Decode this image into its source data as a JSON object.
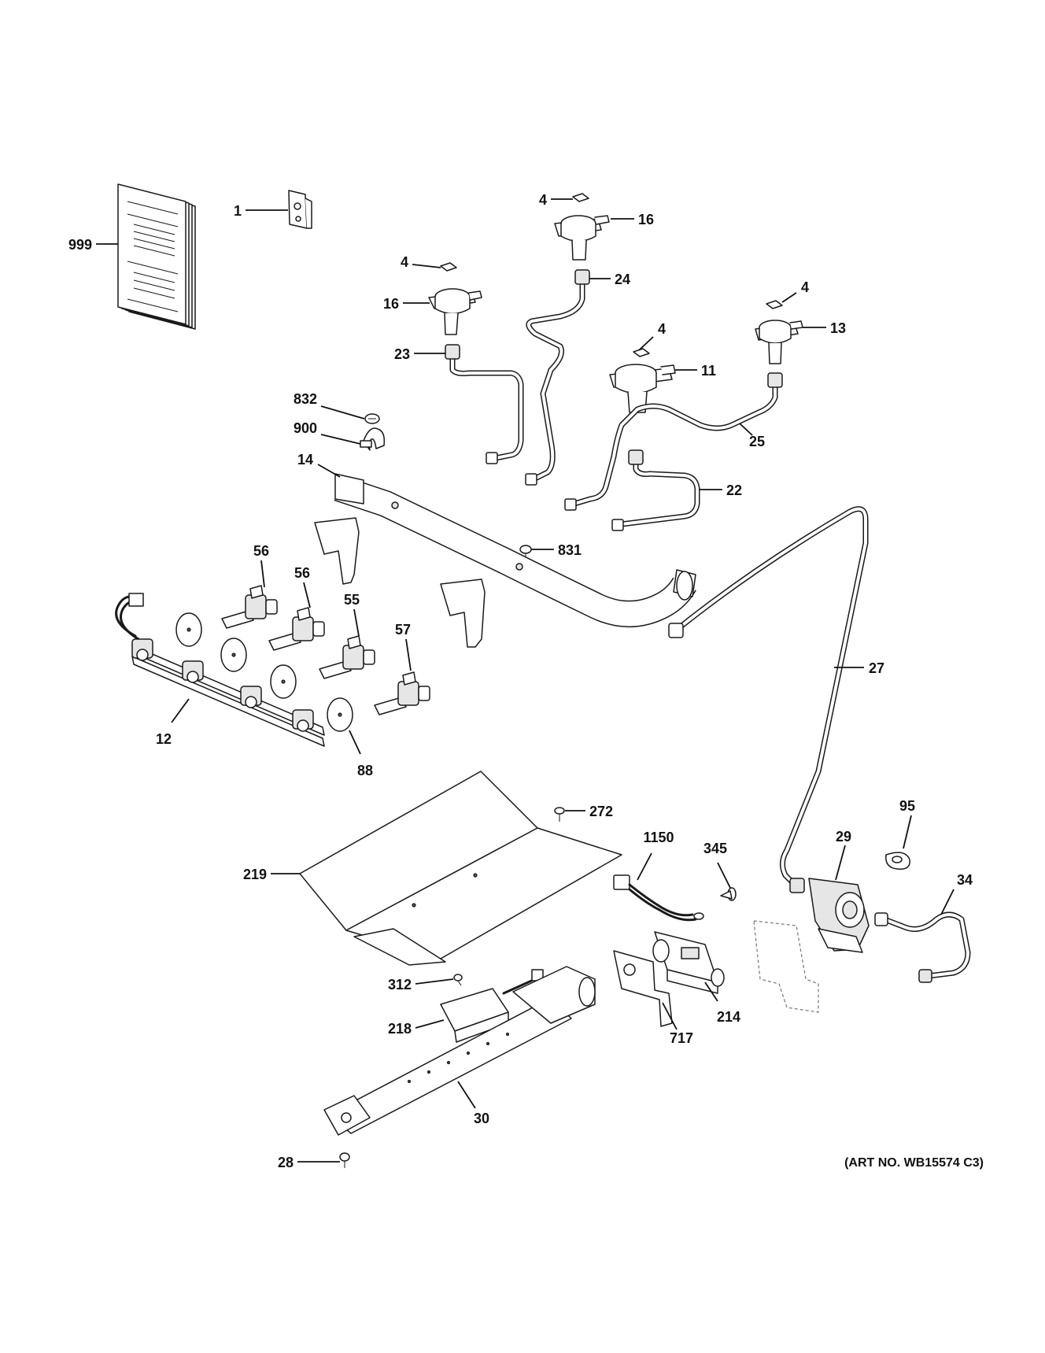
{
  "diagram": {
    "art_number": "(ART NO. WB15574 C3)",
    "callouts": {
      "c999": "999",
      "c1": "1",
      "c4a": "4",
      "c16a": "16",
      "c23": "23",
      "c4b": "4",
      "c16b": "16",
      "c24": "24",
      "c4c": "4",
      "c11": "11",
      "c4d": "4",
      "c13": "13",
      "c25": "25",
      "c22": "22",
      "c832": "832",
      "c900": "900",
      "c14": "14",
      "c831": "831",
      "c56a": "56",
      "c56b": "56",
      "c55": "55",
      "c57": "57",
      "c12": "12",
      "c88": "88",
      "c27": "27",
      "c272": "272",
      "c219": "219",
      "c1150": "1150",
      "c345": "345",
      "c95": "95",
      "c29": "29",
      "c34": "34",
      "c312": "312",
      "c218": "218",
      "c214": "214",
      "c717": "717",
      "c30": "30",
      "c28": "28"
    }
  }
}
